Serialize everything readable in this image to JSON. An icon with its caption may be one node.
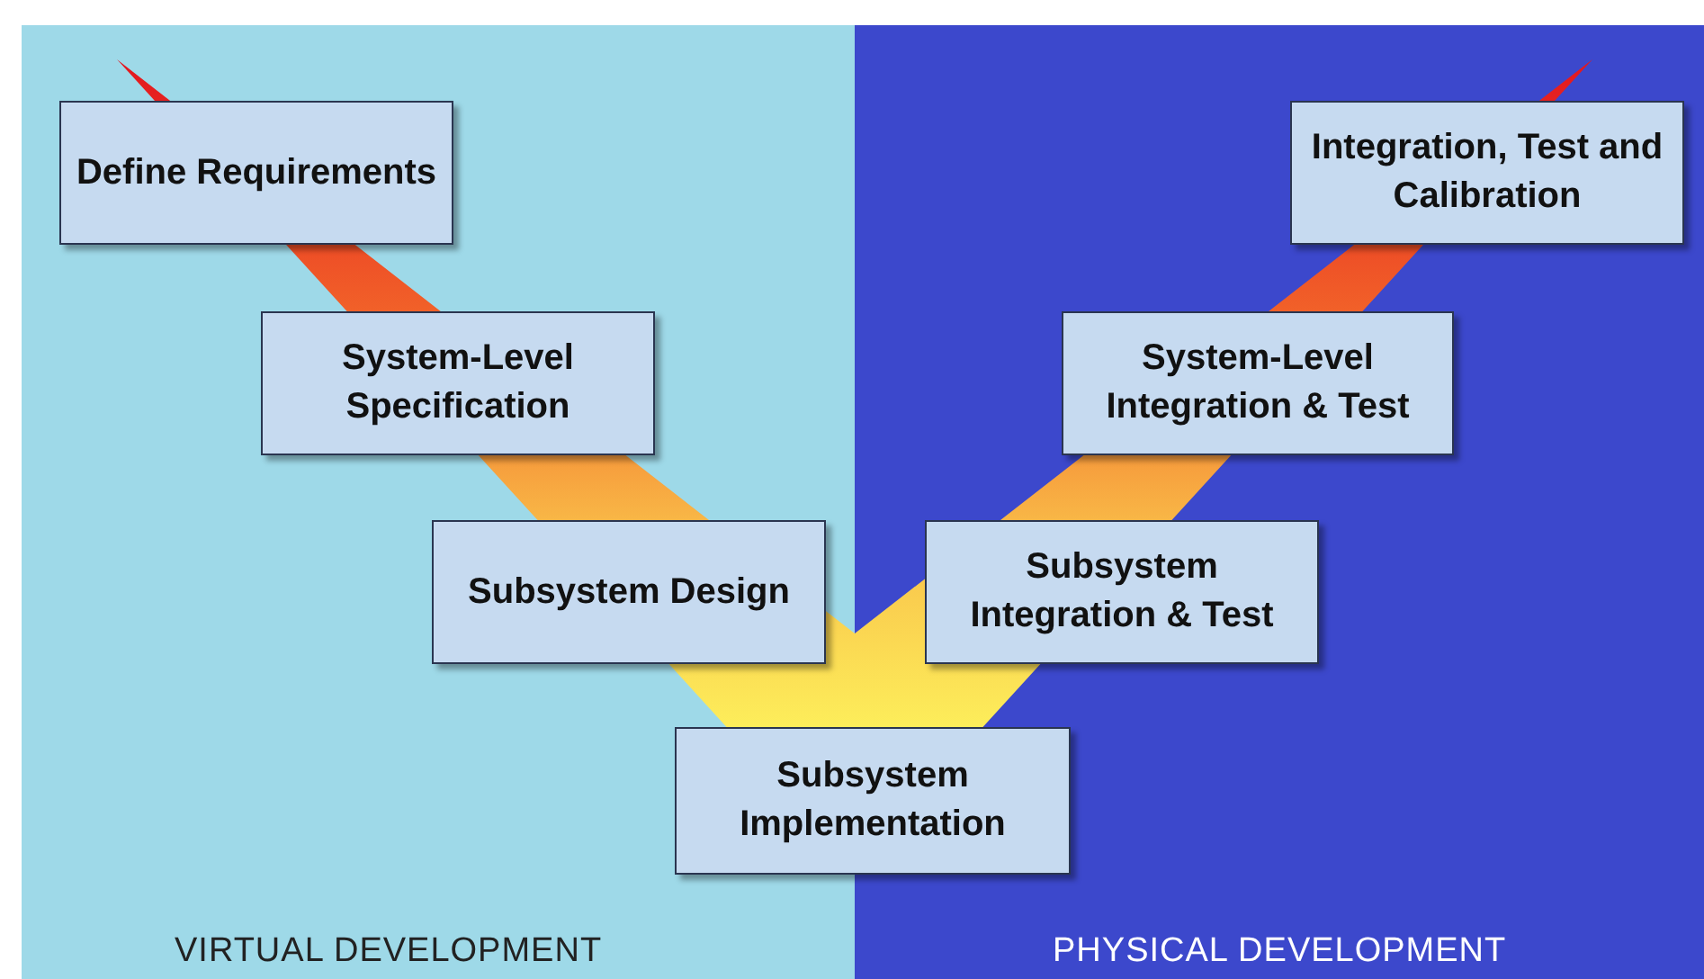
{
  "diagram": {
    "nodes": [
      {
        "text": [
          "Define Requirements"
        ]
      },
      {
        "text": [
          "System-Level Specification"
        ]
      },
      {
        "text": [
          "Subsystem Design"
        ]
      },
      {
        "text": [
          "Subsystem Implementation"
        ]
      },
      {
        "text": [
          "Subsystem Integration & Test"
        ]
      },
      {
        "text": [
          "System-Level Integration & Test"
        ]
      },
      {
        "text": [
          "Integration, Test and Calibration"
        ]
      }
    ],
    "labels": [
      "VIRTUAL DEVELOPMENT",
      "PHYSICAL DEVELOPMENT"
    ]
  }
}
